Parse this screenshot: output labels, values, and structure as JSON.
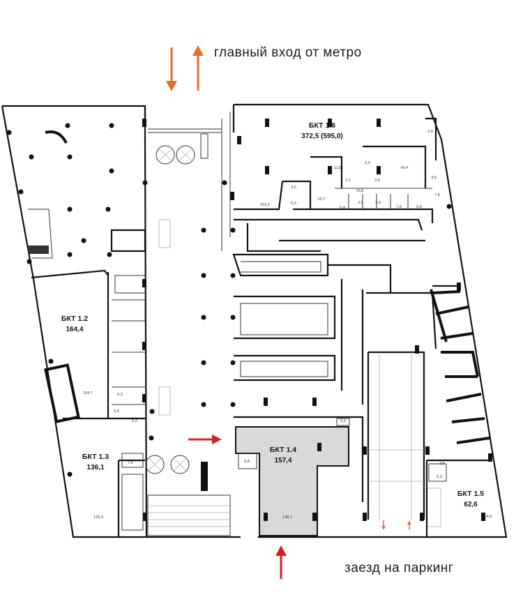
{
  "labels": {
    "main_entrance": "главный вход от метро",
    "parking_entrance": "заезд на паркинг"
  },
  "colors": {
    "arrow_orange": "#e0702a",
    "arrow_red": "#d42020",
    "highlight": "#d9d9d9"
  },
  "units": [
    {
      "id": "bkt-1-2",
      "name": "БКТ 1.2",
      "area": "164,4"
    },
    {
      "id": "bkt-1-3",
      "name": "БКТ 1.3",
      "area": "136,1"
    },
    {
      "id": "bkt-1-4",
      "name": "БКТ 1.4",
      "area": "157,4"
    },
    {
      "id": "bkt-1-5",
      "name": "БКТ 1.5",
      "area": "62,6"
    },
    {
      "id": "bkt-1-6",
      "name": "БКТ 1.6",
      "area": "372,5 (595,0)"
    }
  ],
  "room_areas": [
    "11,8",
    "40,4",
    "3,9",
    "2,4",
    "3,6",
    "3,0",
    "2,1",
    "3,6",
    "22,7",
    "16,8",
    "7,8",
    "5,3",
    "219,2",
    "6,4",
    "3,6",
    "3,6",
    "7,8",
    "6,5",
    "154,7",
    "6,3",
    "5,4",
    "5,2",
    "7,6",
    "125,3",
    "6,8",
    "148,7",
    "5,9",
    "2,5",
    "5,3",
    "54,8"
  ]
}
